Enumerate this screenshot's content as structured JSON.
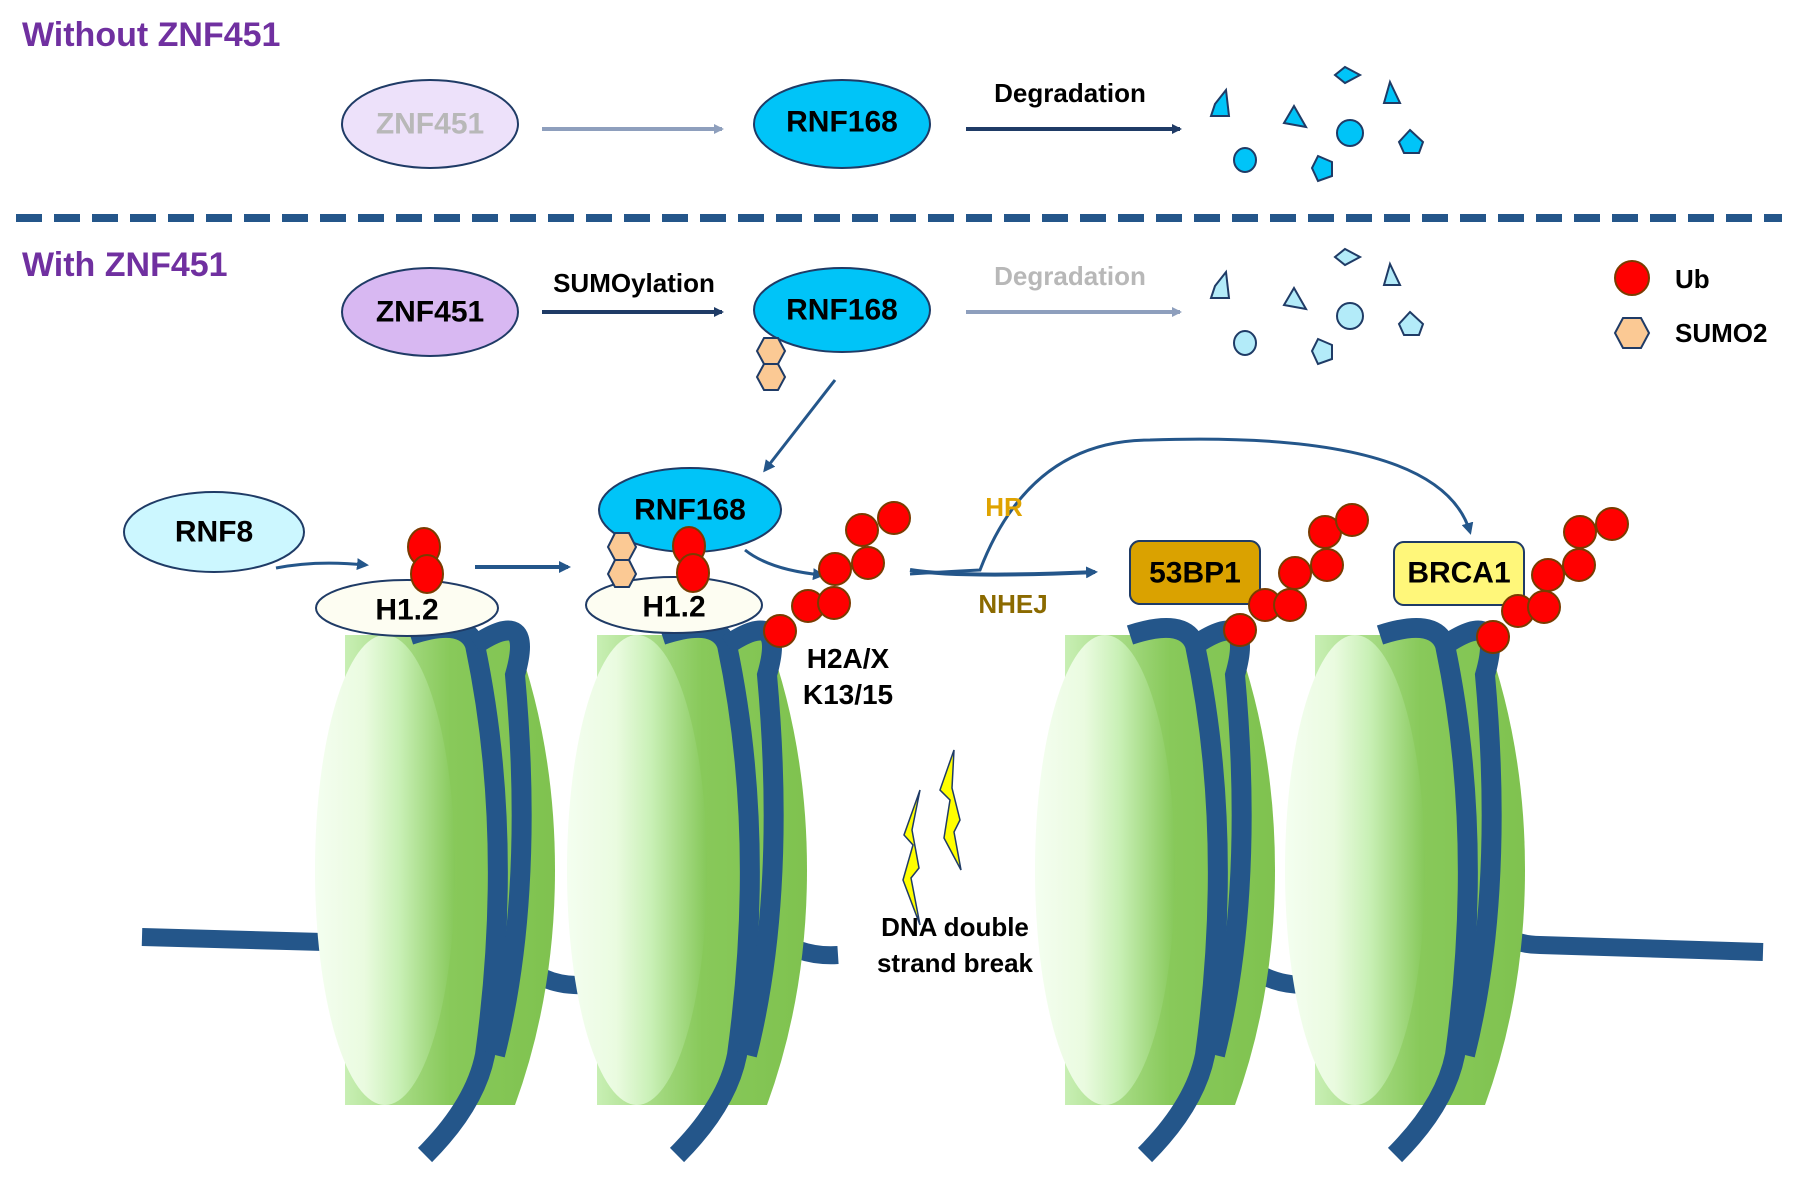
{
  "sections": {
    "without": {
      "title": "Without ZNF451",
      "znf451_label": "ZNF451",
      "rnf168_label": "RNF168",
      "degradation_label": "Degradation"
    },
    "with": {
      "title": "With ZNF451",
      "znf451_label": "ZNF451",
      "sumoylation_label": "SUMOylation",
      "rnf168_label": "RNF168",
      "degradation_label": "Degradation"
    }
  },
  "legend": {
    "items": [
      {
        "icon": "ubiquitin-circle-icon",
        "label": "Ub"
      },
      {
        "icon": "sumo2-hexagon-icon",
        "label": "SUMO2"
      }
    ]
  },
  "pathway": {
    "rnf8_label": "RNF8",
    "h12_left_label": "H1.2",
    "h12_right_label": "H1.2",
    "rnf168_label": "RNF168",
    "h2ax_label_line1": "H2A/X",
    "h2ax_label_line2": "K13/15",
    "hr_label": "HR",
    "nhej_label": "NHEJ",
    "bp53_label": "53BP1",
    "brca1_label": "BRCA1",
    "dsb_label_line1": "DNA double",
    "dsb_label_line2": "strand break"
  },
  "colors": {
    "section_title": "#7030a0",
    "rnf168": "#00c4f8",
    "rnf8": "#ccf7ff",
    "znf451": "#d8b8f2",
    "znf451_faded": "#ede1fa",
    "ubiquitin": "#ff0000",
    "sumo2": "#fbc994",
    "bp53": "#daa200",
    "brca1": "#fff77a",
    "hr_text": "#dfa300",
    "nhej_text": "#8b6a00",
    "dna": "#24568a",
    "histone_dark": "#80c450",
    "histone_light": "#eefde6",
    "dsb_bolt": "#ffff00"
  }
}
